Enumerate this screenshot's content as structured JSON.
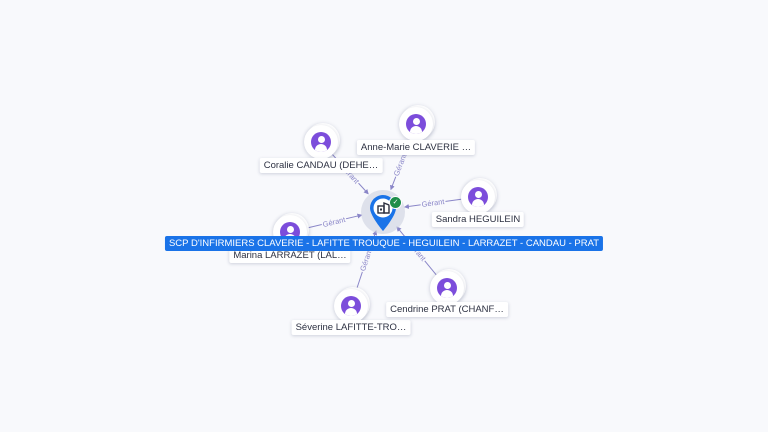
{
  "company": {
    "label": "SCP D'INFIRMIERS CLAVERIE - LAFITTE TROUQUE - HEGUILEIN - LARRAZET - CANDAU - PRAT",
    "icon": "building-icon",
    "status_icon": "check-icon",
    "colors": {
      "pin": "#1a73e8",
      "label_bg": "#1a73e8",
      "badge": "#1e8e4a"
    }
  },
  "relation_label": "Gérant",
  "people": [
    {
      "name": "Coralie CANDAU (DEHE…",
      "icon": "person-icon"
    },
    {
      "name": "Anne-Marie CLAVERIE …",
      "icon": "person-icon"
    },
    {
      "name": "Sandra HEGUILEIN",
      "icon": "person-icon"
    },
    {
      "name": "Marina LARRAZET (LAL…",
      "icon": "person-icon"
    },
    {
      "name": "Séverine LAFITTE-TRO…",
      "icon": "person-icon"
    },
    {
      "name": "Cendrine PRAT (CHANF…",
      "icon": "person-icon"
    }
  ],
  "colors": {
    "person_icon": "#7c4ddb",
    "edge": "#8a86c8",
    "background": "#f8f9fc"
  }
}
